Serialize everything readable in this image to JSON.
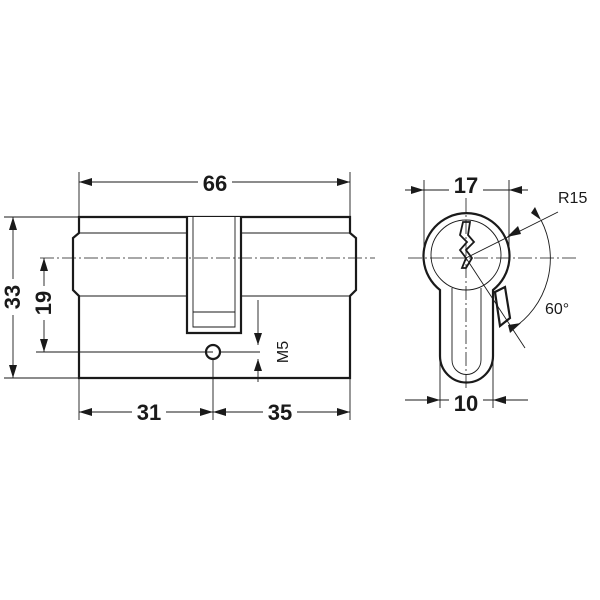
{
  "front_view": {
    "overall_length": "66",
    "height": "33",
    "center_height": "19",
    "left_length": "31",
    "right_length": "35",
    "screw_thread": "M5"
  },
  "side_view": {
    "head_diameter": "17",
    "radius": "R15",
    "cam_angle": "60°",
    "web_width": "10"
  },
  "colors": {
    "line": "#1a1a1a",
    "background": "#ffffff"
  }
}
